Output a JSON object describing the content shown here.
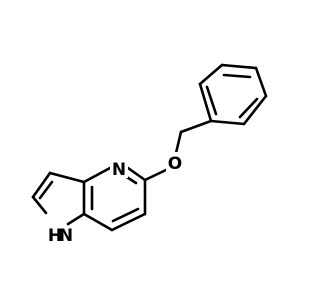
{
  "molecule": {
    "atoms": {
      "pyridine_n": "N",
      "ether_o": "O",
      "pyrrole_nh": "H",
      "pyrrole_nh_n": "N"
    },
    "bond_color": "#000000",
    "background": "#ffffff"
  }
}
